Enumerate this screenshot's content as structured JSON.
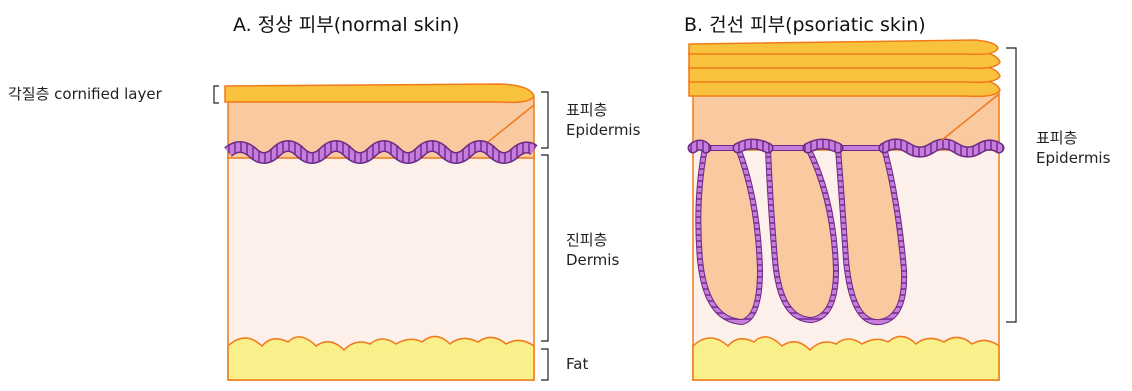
{
  "panels": {
    "normal": {
      "title": "A. 정상 피부(normal skin)",
      "cornified_label": "각질층 cornified layer",
      "epidermis_ko": "표피층",
      "epidermis_en": "Epidermis",
      "dermis_ko": "진피층",
      "dermis_en": "Dermis",
      "fat": "Fat"
    },
    "psoriatic": {
      "title": "B. 건선 피부(psoriatic skin)",
      "epidermis_ko": "표피층",
      "epidermis_en": "Epidermis"
    }
  },
  "colors": {
    "cornified": "#F9C23C",
    "cornified_stroke": "#F07A1A",
    "epidermis": "#F9C9A0",
    "dermis": "#FDF0EA",
    "fat": "#F9F08C",
    "basal": "#C77DDB",
    "basal_stroke": "#6A2C82",
    "outline": "#F07A1A"
  }
}
